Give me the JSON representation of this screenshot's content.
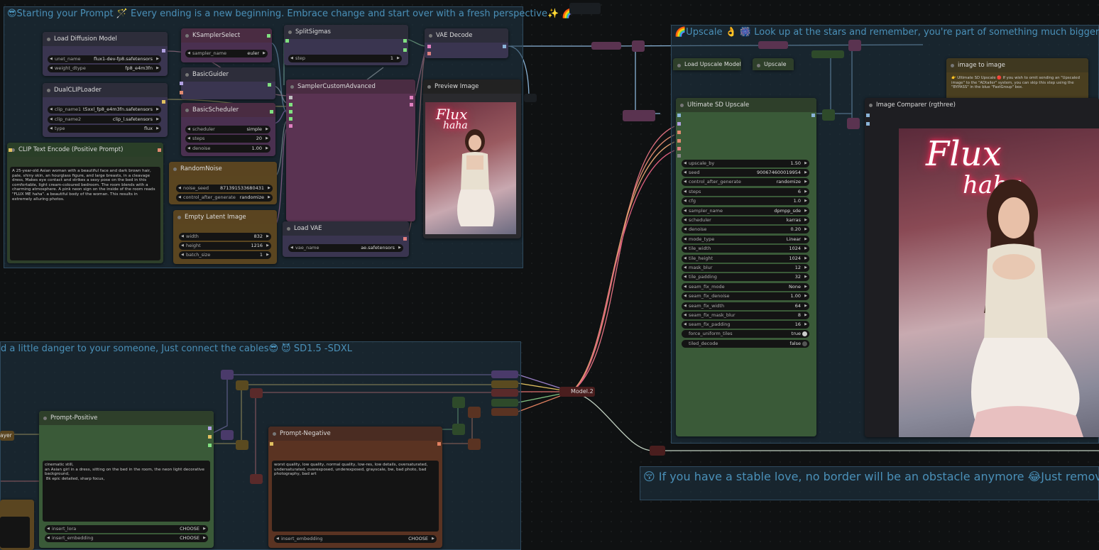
{
  "groups": {
    "prompt": {
      "title": "😎Starting your Prompt 🪄 Every ending is a new beginning. Embrace change and start over with a fresh perspective✨ 🌈"
    },
    "upscale": {
      "title": "🌈Upscale 👌 🎆 Look up at the stars and remember, you're part of something much bigger ⭐ 🤩"
    },
    "lora": {
      "title": "d a little danger to your someone, Just connect the cables😎 😈 SD1.5 -SDXL"
    },
    "border": {
      "title": "😚 If you have a stable love, no border will be an obstacle anymore 😂Just remove the"
    }
  },
  "nodes": {
    "load_diffusion": {
      "title": "Load Diffusion Model",
      "unet_name_label": "unet_name",
      "unet_name": "flux1-dev-fp8.safetensors",
      "weight_dtype_label": "weight_dtype",
      "weight_dtype": "fp8_e4m3fn"
    },
    "dualclip": {
      "title": "DualCLIPLoader",
      "clip_name1_label": "clip_name1",
      "clip_name1": "t5xxl_fp8_e4m3fn.safetensors",
      "clip_name2_label": "clip_name2",
      "clip_name2": "clip_l.safetensors",
      "type_label": "type",
      "type": "flux"
    },
    "clip_text": {
      "title": "CLIP Text Encode (Positive Prompt)",
      "text": "A 25-year-old Asian woman with a beautiful face and dark brown hair, pale, shiny skin, an hourglass figure, and large breasts, in a cleavage dress, Makes eye contact and strikes a sexy pose on the bed in this comfortable, light cream-coloured bedroom. The room blends with a charming atmosphere. A pink neon sign on the inside of the room reads \"FLUX ME haha\". a beautiful body of the woman. This results in extremely alluring photos."
    },
    "ksampler_select": {
      "title": "KSamplerSelect",
      "sampler_name_label": "sampler_name",
      "sampler_name": "euler"
    },
    "basic_guider": {
      "title": "BasicGuider"
    },
    "basic_scheduler": {
      "title": "BasicScheduler",
      "scheduler_label": "scheduler",
      "scheduler": "simple",
      "steps_label": "steps",
      "steps": "20",
      "denoise_label": "denoise",
      "denoise": "1.00"
    },
    "random_noise": {
      "title": "RandomNoise",
      "noise_seed_label": "noise_seed",
      "noise_seed": "871391533680431",
      "control_label": "control_after_generate",
      "control": "randomize"
    },
    "empty_latent": {
      "title": "Empty Latent Image",
      "width_label": "width",
      "width": "832",
      "height_label": "height",
      "height": "1216",
      "batch_label": "batch_size",
      "batch": "1"
    },
    "split_sigmas": {
      "title": "SplitSigmas",
      "step_label": "step",
      "step": "1"
    },
    "sampler_custom": {
      "title": "SamplerCustomAdvanced"
    },
    "load_vae": {
      "title": "Load VAE",
      "vae_name_label": "vae_name",
      "vae_name": "ae.safetensors"
    },
    "vae_decode": {
      "title": "VAE Decode"
    },
    "preview": {
      "title": "Preview Image"
    },
    "load_upscale": {
      "title": "Load Upscale Model",
      "reroute": "Upscale"
    },
    "image_to_image": {
      "title": "image to image",
      "note": "👉 Ultimate SD Upscale 🔴   If you wish to omit sending an \"Upscaled image\" to the \"ADtailer\" system, you can skip this step using the \"BYPASS\" in the blue \"FastGroup\" box."
    },
    "ultimate": {
      "title": "Ultimate SD Upscale",
      "widgets": [
        {
          "label": "upscale_by",
          "value": "1.50"
        },
        {
          "label": "seed",
          "value": "900674600019954"
        },
        {
          "label": "control_after_generate",
          "value": "randomize"
        },
        {
          "label": "steps",
          "value": "6"
        },
        {
          "label": "cfg",
          "value": "1.0"
        },
        {
          "label": "sampler_name",
          "value": "dpmpp_sde"
        },
        {
          "label": "scheduler",
          "value": "karras"
        },
        {
          "label": "denoise",
          "value": "0.20"
        },
        {
          "label": "mode_type",
          "value": "Linear"
        },
        {
          "label": "tile_width",
          "value": "1024"
        },
        {
          "label": "tile_height",
          "value": "1024"
        },
        {
          "label": "mask_blur",
          "value": "12"
        },
        {
          "label": "tile_padding",
          "value": "32"
        },
        {
          "label": "seam_fix_mode",
          "value": "None"
        },
        {
          "label": "seam_fix_denoise",
          "value": "1.00"
        },
        {
          "label": "seam_fix_width",
          "value": "64"
        },
        {
          "label": "seam_fix_mask_blur",
          "value": "8"
        },
        {
          "label": "seam_fix_padding",
          "value": "16"
        },
        {
          "label": "force_uniform_tiles",
          "value": "true"
        },
        {
          "label": "tiled_decode",
          "value": "false"
        }
      ]
    },
    "comparer": {
      "title": "Image Comparer (rgthree)"
    },
    "prompt_positive": {
      "title": "Prompt-Positive",
      "text": "cinematic still,\nan Asian girl in a dress, sitting on the bed in the room, the neon light decorative background,\n 8k epic detailed, sharp focus,",
      "lora_label": "insert_lora",
      "lora": "CHOOSE",
      "emb_label": "insert_embedding",
      "emb": "CHOOSE"
    },
    "prompt_negative": {
      "title": "Prompt-Negative",
      "text": "worst quality, low quality, normal quality, low-res, low details, oversaturated, undersaturated, overexposed, underexposed, grayscale, bw, bad photo, bad photography, bad art",
      "emb_label": "insert_embedding",
      "emb": "CHOOSE"
    },
    "model2": {
      "title": "Model.2"
    },
    "layer": {
      "title": "ayer"
    }
  },
  "neon_text": {
    "line1": "Flux",
    "line2": "haha"
  },
  "colors": {
    "accent_link": "#8ab4d8",
    "group_title": "#4a90b8",
    "model_link": "#e06080"
  }
}
